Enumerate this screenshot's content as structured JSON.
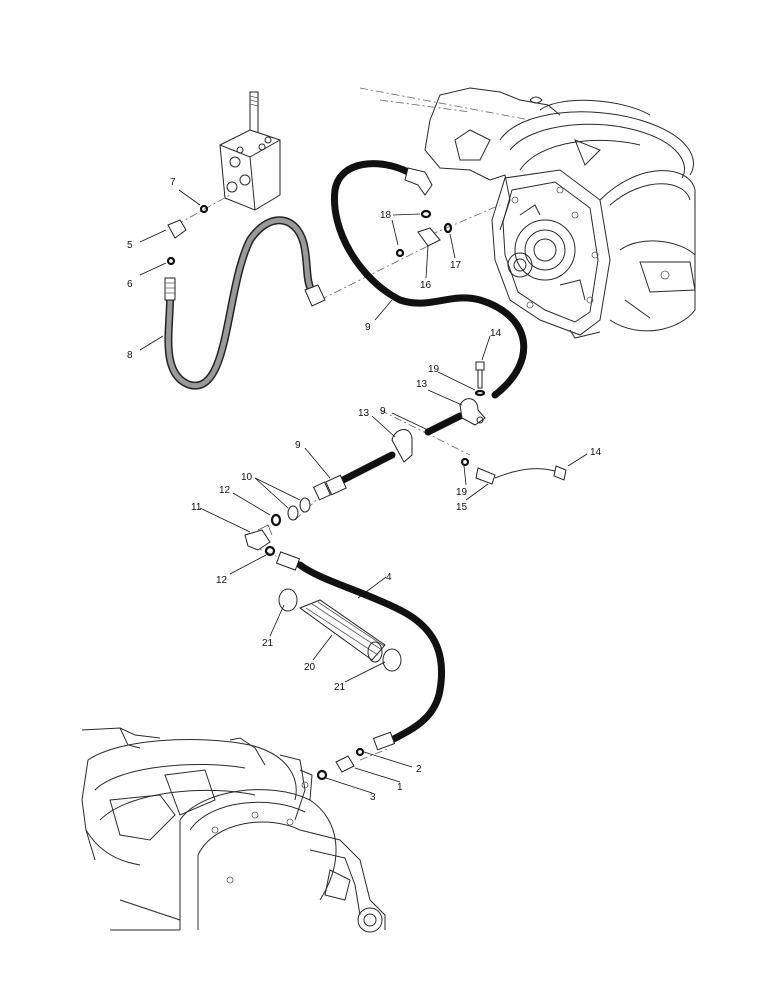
{
  "diagram": {
    "callouts": [
      {
        "id": "c7",
        "label": "7"
      },
      {
        "id": "c5",
        "label": "5"
      },
      {
        "id": "c6",
        "label": "6"
      },
      {
        "id": "c8",
        "label": "8"
      },
      {
        "id": "c18",
        "label": "18"
      },
      {
        "id": "c16",
        "label": "16"
      },
      {
        "id": "c17",
        "label": "17"
      },
      {
        "id": "c9a",
        "label": "9"
      },
      {
        "id": "c14a",
        "label": "14"
      },
      {
        "id": "c19a",
        "label": "19"
      },
      {
        "id": "c13a",
        "label": "13"
      },
      {
        "id": "c9b",
        "label": "9"
      },
      {
        "id": "c13b",
        "label": "13"
      },
      {
        "id": "c9c",
        "label": "9"
      },
      {
        "id": "c10",
        "label": "10"
      },
      {
        "id": "c19b",
        "label": "19"
      },
      {
        "id": "c15",
        "label": "15"
      },
      {
        "id": "c14b",
        "label": "14"
      },
      {
        "id": "c11",
        "label": "11"
      },
      {
        "id": "c12a",
        "label": "12"
      },
      {
        "id": "c12b",
        "label": "12"
      },
      {
        "id": "c4",
        "label": "4"
      },
      {
        "id": "c21a",
        "label": "21"
      },
      {
        "id": "c20",
        "label": "20"
      },
      {
        "id": "c21b",
        "label": "21"
      },
      {
        "id": "c2",
        "label": "2"
      },
      {
        "id": "c1",
        "label": "1"
      },
      {
        "id": "c3",
        "label": "3"
      }
    ]
  }
}
